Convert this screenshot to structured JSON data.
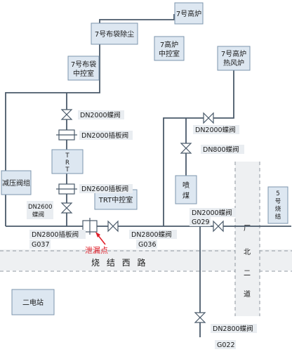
{
  "colors": {
    "pipe": "#4a5a6a",
    "box_fill": "#dde7f1",
    "box_stroke": "#7c94ad",
    "label_bg": "#e9edf1",
    "road_fill": "#eef0f2",
    "road_dash": "#8d969f",
    "leak": "#e0202a"
  },
  "boxes": {
    "bf7_furnace": [
      "7号高炉"
    ],
    "bag_dust_7": [
      "7号布袋除尘"
    ],
    "bf7_control": [
      "7高炉",
      "中控室"
    ],
    "bag_control_7": [
      "7号布袋",
      "中控室"
    ],
    "hot_stove_7": [
      "7号高炉",
      "热风炉"
    ],
    "trt": [
      "T",
      "R",
      "T"
    ],
    "trt_control": [
      "TRT中控室"
    ],
    "prv_group": [
      "减压阀组"
    ],
    "coal_injection": [
      "喷",
      "煤"
    ],
    "sinter_5": [
      "5",
      "号",
      "烧",
      "结"
    ],
    "power_station_2": [
      "二电站"
    ]
  },
  "labels": {
    "v_dn2000_butterfly_left": "DN2000蝶阀",
    "v_dn2000_gate_left": "DN2000插板阀",
    "v_dn2600_gate": "DN2600插板阀",
    "v_dn2600_butterfly": [
      "DN2600",
      "蝶阀"
    ],
    "v_dn2800_gate": "DN2800插板阀",
    "tag_g037": "G037",
    "v_dn2800_butterfly_mid": "DN2800蝶阀",
    "tag_g036": "G036",
    "v_dn2000_butterfly_right": "DN2000蝶阀",
    "v_dn800_butterfly": "DN800蝶阀",
    "v_dn2000_butterfly_g029": "DN2000蝶阀",
    "tag_g029": "G029",
    "v_dn2800_butterfly_bottom": "DN2800蝶阀",
    "tag_g022": "G022",
    "leak_point": "泄漏点"
  },
  "roads": {
    "sinter_west_road": "烧 结 西 路",
    "factory_north_road": [
      "厂",
      "北",
      "二",
      "道"
    ]
  }
}
